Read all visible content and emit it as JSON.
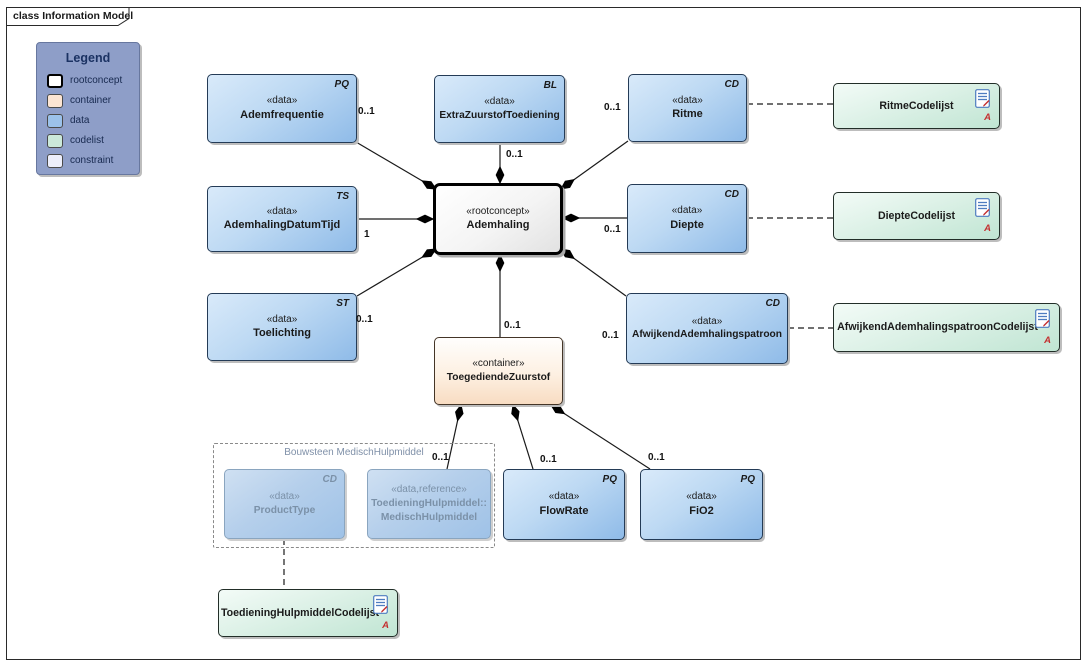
{
  "frame": {
    "tab_label": "class Information Model"
  },
  "legend": {
    "title": "Legend",
    "items": [
      {
        "label": "rootconcept",
        "color": "#ffffff"
      },
      {
        "label": "container",
        "color": "#fce5d3"
      },
      {
        "label": "data",
        "color": "#9cc2ea"
      },
      {
        "label": "codelist",
        "color": "#cbe9da"
      },
      {
        "label": "constraint",
        "color": "#eceefb"
      }
    ]
  },
  "nodes": {
    "ademfrequentie": {
      "stereotype": "«data»",
      "name": "Ademfrequentie",
      "type": "PQ"
    },
    "extrazuurstoftoediening": {
      "stereotype": "«data»",
      "name": "ExtraZuurstofToediening",
      "type": "BL"
    },
    "ritme": {
      "stereotype": "«data»",
      "name": "Ritme",
      "type": "CD"
    },
    "ademhalingdatumtijd": {
      "stereotype": "«data»",
      "name": "AdemhalingDatumTijd",
      "type": "TS"
    },
    "ademhaling": {
      "stereotype": "«rootconcept»",
      "name": "Ademhaling"
    },
    "diepte": {
      "stereotype": "«data»",
      "name": "Diepte",
      "type": "CD"
    },
    "toelichting": {
      "stereotype": "«data»",
      "name": "Toelichting",
      "type": "ST"
    },
    "afwijkendademhalingspatroon": {
      "stereotype": "«data»",
      "name": "AfwijkendAdemhalingspatroon",
      "type": "CD"
    },
    "toegediendezuurstof": {
      "stereotype": "«container»",
      "name": "ToegediendeZuurstof"
    },
    "producttype": {
      "stereotype": "«data»",
      "name": "ProductType",
      "type": "CD"
    },
    "medischhulpmiddel": {
      "stereotype": "«data,reference»",
      "name_line1": "ToedieningHulpmiddel::",
      "name_line2": "MedischHulpmiddel"
    },
    "flowrate": {
      "stereotype": "«data»",
      "name": "FlowRate",
      "type": "PQ"
    },
    "fio2": {
      "stereotype": "«data»",
      "name": "FiO2",
      "type": "PQ"
    },
    "ritmecodelijst": {
      "name": "RitmeCodelijst"
    },
    "dieptecodelijst": {
      "name": "DiepteCodelijst"
    },
    "afwijkendcodelijst": {
      "name": "AfwijkendAdemhalingspatroonCodelijst"
    },
    "toedieninghulpmiddelcodelijst": {
      "name": "ToedieningHulpmiddelCodelijst"
    }
  },
  "boundary": {
    "label": "Bouwsteen MedischHulpmiddel"
  },
  "multiplicities": {
    "ademfrequentie": "0..1",
    "extrazuurstof": "0..1",
    "ritme": "0..1",
    "datumtijd": "1",
    "toelichting": "0..1",
    "diepte": "0..1",
    "afwijkend": "0..1",
    "toegediende": "0..1",
    "medischhulpmiddel": "0..1",
    "flowrate": "0..1",
    "fio2": "0..1"
  },
  "marks": {
    "codelist_a": "A"
  },
  "colors": {
    "data_fill": "#9cc2ea",
    "codelist_fill": "#cbe9da",
    "container_fill": "#fce5d3",
    "rootconcept_fill": "#ffffff",
    "constraint_fill": "#eceefb",
    "legend_bg": "#8e9ec8",
    "edge": "#1a1a1a",
    "reference_text": "#7b91a8",
    "codelist_mark_red": "#c43030"
  }
}
